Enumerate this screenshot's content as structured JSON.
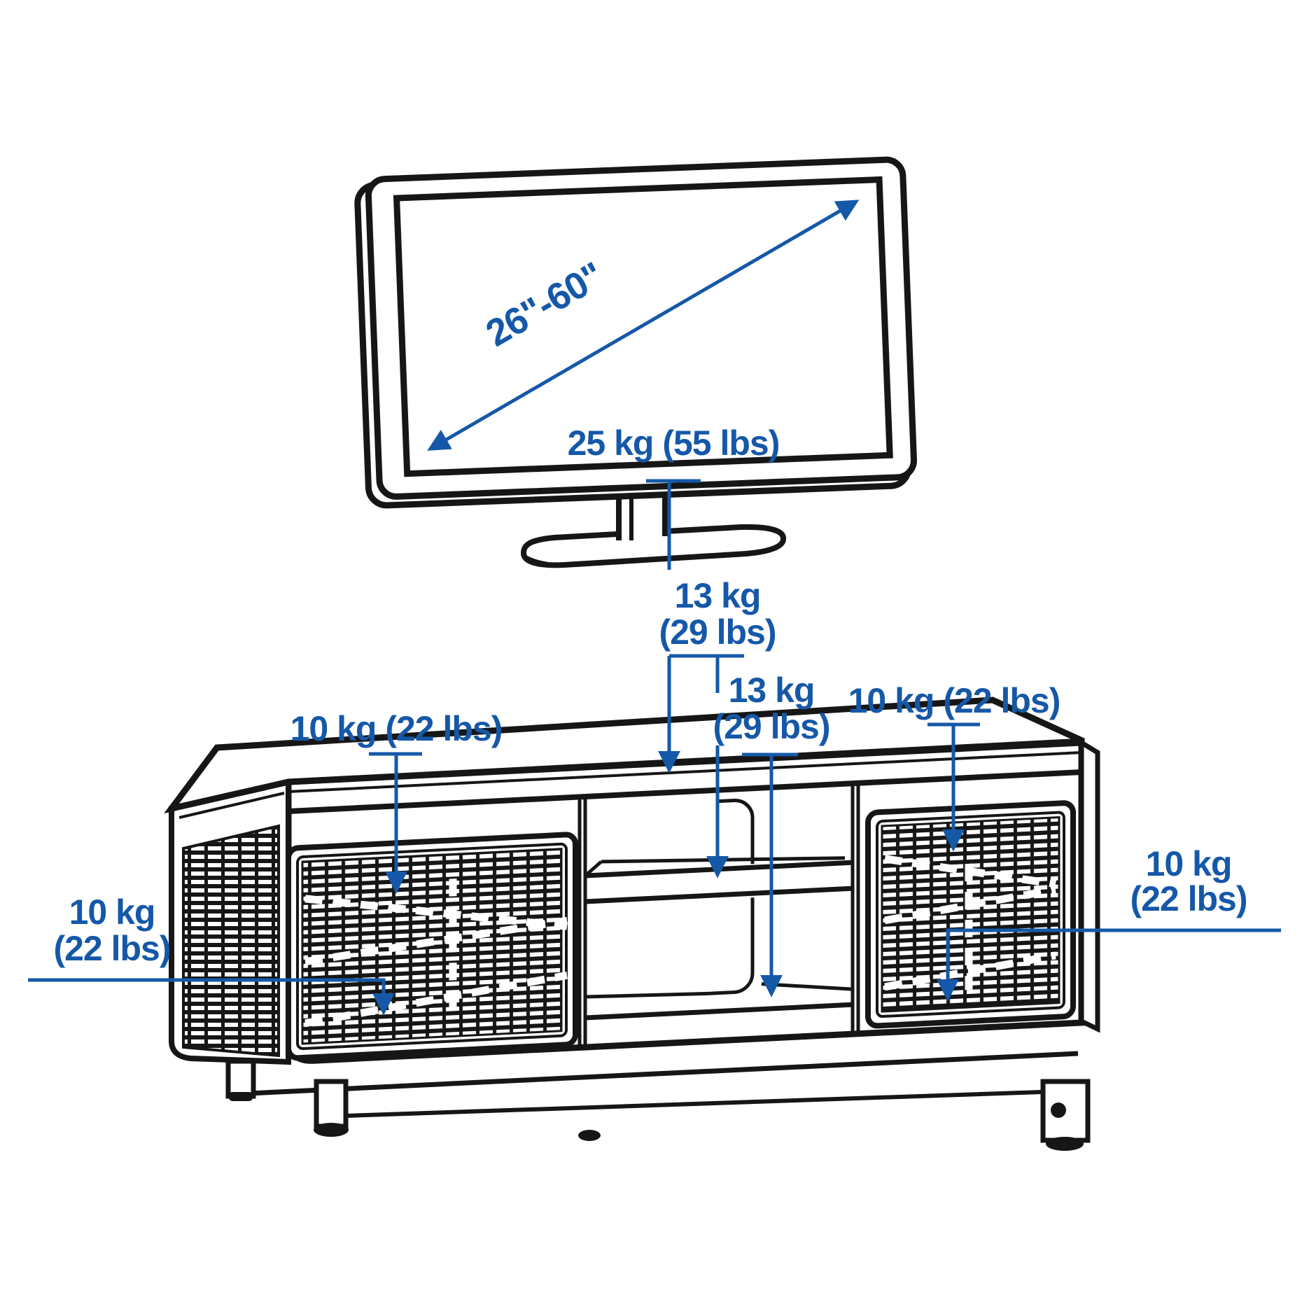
{
  "page": {
    "title": "TV bench load capacity diagram",
    "background": "#ffffff"
  },
  "colors": {
    "accent_blue": "#1558a8",
    "line_black": "#161616",
    "paper_white": "#ffffff"
  },
  "tv": {
    "screen_size_range": "26\"-60\"",
    "max_tv_weight": "25 kg (55 lbs)"
  },
  "bench": {
    "top_surface_and_upper_shelf_load": {
      "line1": "13 kg",
      "line2": "(29 lbs)"
    },
    "lower_compartment_load": {
      "line1": "13 kg",
      "line2": "(29 lbs)"
    },
    "left_door_top_load": "10 kg (22 lbs)",
    "right_door_top_load": "10 kg (22 lbs)",
    "left_door_side_load": {
      "line1": "10 kg",
      "line2": "(22 lbs)"
    },
    "right_door_side_load": {
      "line1": "10 kg",
      "line2": "(22 lbs)"
    }
  },
  "icons": {
    "diagonal_measure_arrow": "double-headed-arrow",
    "load_arrows": "down-arrow"
  }
}
